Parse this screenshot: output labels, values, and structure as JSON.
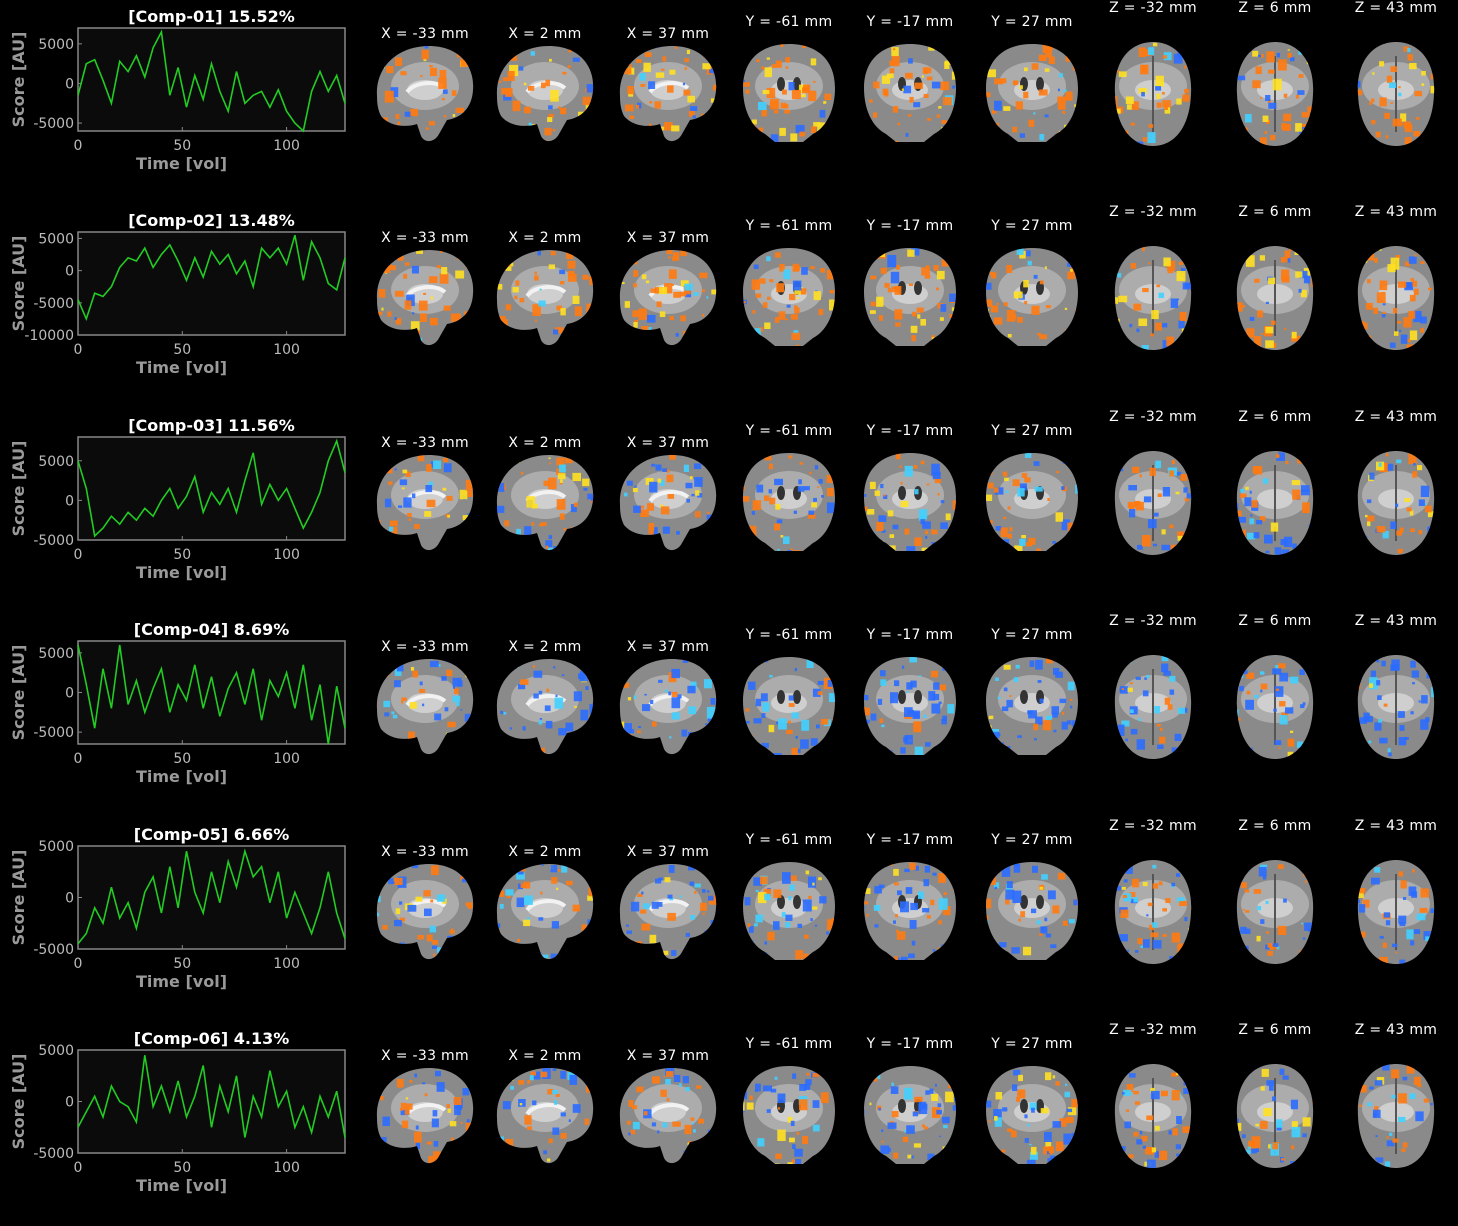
{
  "colors": {
    "background": "#000000",
    "plot_bg": "#0b0b0b",
    "line": "#22cc22",
    "axis": "#888888",
    "activation_pos": "#ff7a10",
    "activation_pos_high": "#ffe020",
    "activation_neg": "#2a6cff",
    "activation_neg_high": "#40d0ff"
  },
  "x_tick_labels": [
    "0",
    "50",
    "100"
  ],
  "xlabel": "Time [vol]",
  "ylabel": "Score [AU]",
  "slice_labels": [
    "X = -33 mm",
    "X = 2 mm",
    "X = 37 mm",
    "Y = -61 mm",
    "Y = -17 mm",
    "Y = 27 mm",
    "Z = -32 mm",
    "Z = 6 mm",
    "Z = 43 mm"
  ],
  "slice_views": [
    "sagittal",
    "sagittal",
    "sagittal",
    "coronal",
    "coronal",
    "coronal",
    "axial",
    "axial",
    "axial"
  ],
  "chart_data": [
    {
      "type": "line",
      "title": "[Comp-01] 15.52%",
      "xlabel": "Time [vol]",
      "ylabel": "Score [AU]",
      "xlim": [
        0,
        128
      ],
      "ylim": [
        -6000,
        7000
      ],
      "y_tick_labels": [
        "5000",
        "0",
        "-5000"
      ],
      "y_ticks": [
        5000,
        0,
        -5000
      ],
      "x": [
        0,
        4,
        8,
        12,
        16,
        20,
        24,
        28,
        32,
        36,
        40,
        44,
        48,
        52,
        56,
        60,
        64,
        68,
        72,
        76,
        80,
        84,
        88,
        92,
        96,
        100,
        104,
        108,
        112,
        116,
        120,
        124,
        128
      ],
      "y": [
        -1500,
        2500,
        3000,
        400,
        -2500,
        2800,
        1500,
        3500,
        800,
        4500,
        6500,
        -1500,
        2000,
        -3000,
        1000,
        -2000,
        2500,
        -1000,
        -3500,
        1500,
        -2500,
        -1500,
        -1000,
        -3000,
        -800,
        -3500,
        -5000,
        -6000,
        -1000,
        1500,
        -1000,
        1000,
        -2500
      ]
    },
    {
      "type": "line",
      "title": "[Comp-02] 13.48%",
      "xlabel": "Time [vol]",
      "ylabel": "Score [AU]",
      "xlim": [
        0,
        128
      ],
      "ylim": [
        -10000,
        6000
      ],
      "y_tick_labels": [
        "5000",
        "0",
        "-5000",
        "-10000"
      ],
      "y_ticks": [
        5000,
        0,
        -5000,
        -10000
      ],
      "x": [
        0,
        4,
        8,
        12,
        16,
        20,
        24,
        28,
        32,
        36,
        40,
        44,
        48,
        52,
        56,
        60,
        64,
        68,
        72,
        76,
        80,
        84,
        88,
        92,
        96,
        100,
        104,
        108,
        112,
        116,
        120,
        124,
        128
      ],
      "y": [
        -4500,
        -7500,
        -3500,
        -4000,
        -2500,
        500,
        2000,
        1500,
        3500,
        500,
        2500,
        4000,
        1500,
        -1500,
        2000,
        -1000,
        3000,
        1000,
        2500,
        -500,
        1500,
        -2500,
        3500,
        2000,
        3500,
        1000,
        5500,
        -1500,
        4500,
        2000,
        -2000,
        -3000,
        2000
      ]
    },
    {
      "type": "line",
      "title": "[Comp-03] 11.56%",
      "xlabel": "Time [vol]",
      "ylabel": "Score [AU]",
      "xlim": [
        0,
        128
      ],
      "ylim": [
        -5000,
        8000
      ],
      "y_tick_labels": [
        "5000",
        "0",
        "-5000"
      ],
      "y_ticks": [
        5000,
        0,
        -5000
      ],
      "x": [
        0,
        4,
        8,
        12,
        16,
        20,
        24,
        28,
        32,
        36,
        40,
        44,
        48,
        52,
        56,
        60,
        64,
        68,
        72,
        76,
        80,
        84,
        88,
        92,
        96,
        100,
        104,
        108,
        112,
        116,
        120,
        124,
        128
      ],
      "y": [
        5000,
        1500,
        -4500,
        -3500,
        -2000,
        -3000,
        -1500,
        -2500,
        -1000,
        -2000,
        0,
        1500,
        -1000,
        500,
        3000,
        -1500,
        1000,
        -500,
        1500,
        -1500,
        2500,
        6000,
        -500,
        2000,
        0,
        1500,
        -1000,
        -3500,
        -1500,
        1000,
        5000,
        7500,
        3500
      ]
    },
    {
      "type": "line",
      "title": "[Comp-04] 8.69%",
      "xlabel": "Time [vol]",
      "ylabel": "Score [AU]",
      "xlim": [
        0,
        128
      ],
      "ylim": [
        -6500,
        6500
      ],
      "y_tick_labels": [
        "5000",
        "0",
        "-5000"
      ],
      "y_ticks": [
        5000,
        0,
        -5000
      ],
      "x": [
        0,
        4,
        8,
        12,
        16,
        20,
        24,
        28,
        32,
        36,
        40,
        44,
        48,
        52,
        56,
        60,
        64,
        68,
        72,
        76,
        80,
        84,
        88,
        92,
        96,
        100,
        104,
        108,
        112,
        116,
        120,
        124,
        128
      ],
      "y": [
        6000,
        1000,
        -4500,
        3000,
        -2000,
        6000,
        -1500,
        1500,
        -2500,
        500,
        3000,
        -2500,
        1000,
        -1000,
        3500,
        -2000,
        2000,
        -3000,
        500,
        2500,
        -1500,
        3000,
        -3500,
        1500,
        -500,
        2500,
        -2000,
        3500,
        -3500,
        1000,
        -6500,
        800,
        -4500
      ]
    },
    {
      "type": "line",
      "title": "[Comp-05] 6.66%",
      "xlabel": "Time [vol]",
      "ylabel": "Score [AU]",
      "xlim": [
        0,
        128
      ],
      "ylim": [
        -5000,
        5000
      ],
      "y_tick_labels": [
        "5000",
        "0",
        "-5000"
      ],
      "y_ticks": [
        5000,
        0,
        -5000
      ],
      "x": [
        0,
        4,
        8,
        12,
        16,
        20,
        24,
        28,
        32,
        36,
        40,
        44,
        48,
        52,
        56,
        60,
        64,
        68,
        72,
        76,
        80,
        84,
        88,
        92,
        96,
        100,
        104,
        108,
        112,
        116,
        120,
        124,
        128
      ],
      "y": [
        -4500,
        -3500,
        -1000,
        -2500,
        1000,
        -2000,
        -500,
        -3000,
        500,
        2000,
        -1500,
        3000,
        -1000,
        4500,
        500,
        -1500,
        2500,
        -500,
        3500,
        1000,
        4500,
        2000,
        3000,
        -500,
        2500,
        -2000,
        500,
        -1500,
        -3500,
        -1000,
        2500,
        -1500,
        -4000
      ]
    },
    {
      "type": "line",
      "title": "[Comp-06] 4.13%",
      "xlabel": "Time [vol]",
      "ylabel": "Score [AU]",
      "xlim": [
        0,
        128
      ],
      "ylim": [
        -5000,
        5000
      ],
      "y_tick_labels": [
        "5000",
        "0",
        "-5000"
      ],
      "y_ticks": [
        5000,
        0,
        -5000
      ],
      "x": [
        0,
        4,
        8,
        12,
        16,
        20,
        24,
        28,
        32,
        36,
        40,
        44,
        48,
        52,
        56,
        60,
        64,
        68,
        72,
        76,
        80,
        84,
        88,
        92,
        96,
        100,
        104,
        108,
        112,
        116,
        120,
        124,
        128
      ],
      "y": [
        -2500,
        -1000,
        500,
        -1500,
        1500,
        0,
        -500,
        -2000,
        4500,
        -500,
        1500,
        -1000,
        2000,
        -1500,
        500,
        3500,
        -2500,
        1500,
        -1000,
        2500,
        -3500,
        500,
        -1500,
        3000,
        -500,
        1000,
        -2500,
        -500,
        -3000,
        500,
        -1500,
        1000,
        -3500
      ]
    }
  ]
}
